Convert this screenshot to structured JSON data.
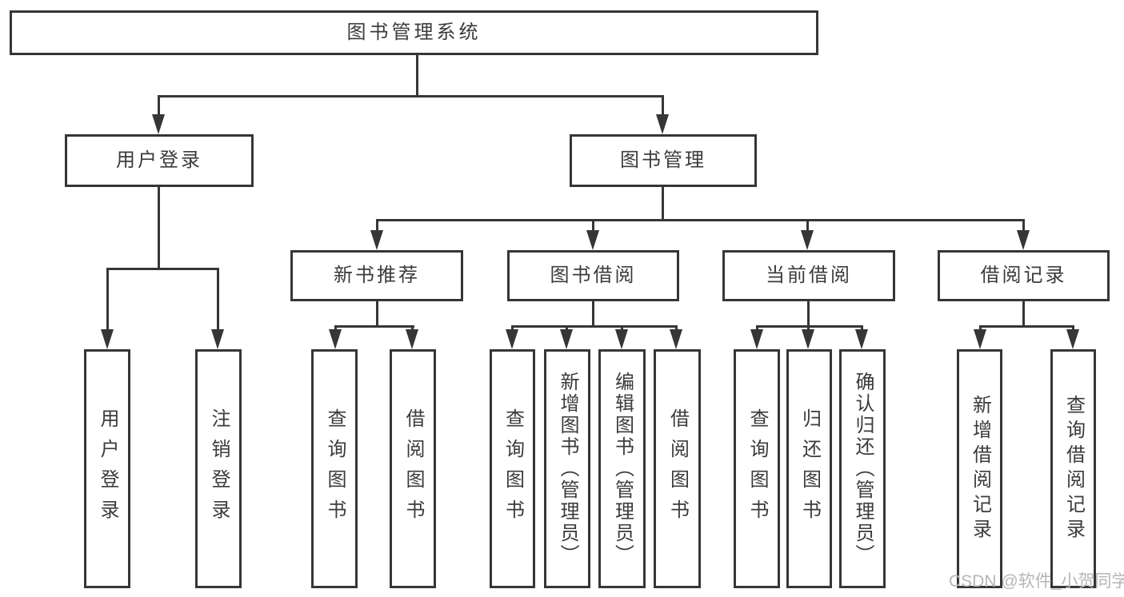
{
  "colors": {
    "line": "#363636",
    "text": "#3b3b3b",
    "watermark_color": "#b6b6b6",
    "background": "#ffffff"
  },
  "tree": {
    "root": {
      "label": "图书管理系统"
    },
    "branches": [
      {
        "label": "用户登录",
        "children": [
          {
            "label": "用户登录"
          },
          {
            "label": "注销登录"
          }
        ]
      },
      {
        "label": "图书管理",
        "children": [
          {
            "label": "新书推荐",
            "children": [
              {
                "label": "查询图书"
              },
              {
                "label": "借阅图书"
              }
            ]
          },
          {
            "label": "图书借阅",
            "children": [
              {
                "label": "查询图书"
              },
              {
                "label": "新增图书（管理员）"
              },
              {
                "label": "编辑图书（管理员）"
              },
              {
                "label": "借阅图书"
              }
            ]
          },
          {
            "label": "当前借阅",
            "children": [
              {
                "label": "查询图书"
              },
              {
                "label": "归还图书"
              },
              {
                "label": "确认归还（管理员）"
              }
            ]
          },
          {
            "label": "借阅记录",
            "children": [
              {
                "label": "新增借阅记录"
              },
              {
                "label": "查询借阅记录"
              }
            ]
          }
        ]
      }
    ]
  },
  "watermark": {
    "text": "CSDN @软件_小贺同学"
  }
}
